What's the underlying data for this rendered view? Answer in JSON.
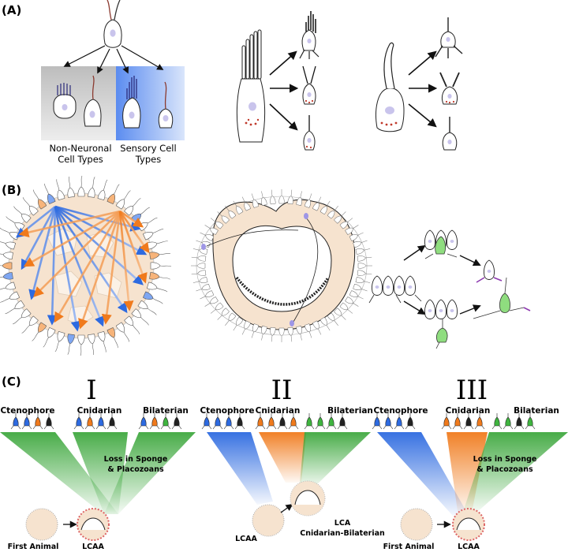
{
  "panels": {
    "a": {
      "label": "(A)",
      "left_group": "Non-Neuronal Cell Types",
      "left_group_l1": "Non-Neuronal",
      "left_group_l2": "Cell Types",
      "right_group_l1": "Sensory Cell",
      "right_group_l2": "Types"
    },
    "b": {
      "label": "(B)"
    },
    "c": {
      "label": "(C)",
      "scenarios": [
        {
          "numeral": "I",
          "taxa": [
            "Ctenophore",
            "Cnidarian",
            "Bilaterian"
          ],
          "note_l1": "Loss in Sponge",
          "note_l2": "& Placozoans",
          "origin": "First Animal",
          "ancestor": "LCAA"
        },
        {
          "numeral": "II",
          "taxa": [
            "Ctenophore",
            "Cnidarian",
            "Bilaterian"
          ],
          "origin": "LCAA",
          "ancestor_l1": "LCA",
          "ancestor_l2": "Cnidarian-Bilaterian"
        },
        {
          "numeral": "III",
          "taxa": [
            "Ctenophore",
            "Cnidarian",
            "Bilaterian"
          ],
          "note_l1": "Loss in Sponge",
          "note_l2": "& Placozoans",
          "origin": "First Animal",
          "ancestor": "LCAA"
        }
      ]
    }
  },
  "colors": {
    "blue": "#2d6ae0",
    "orange": "#f07a1c",
    "green": "#3fb43f",
    "gray": "#c8c8c8",
    "beige": "#f6e3cf",
    "lightblue": "#7ea6f2"
  }
}
